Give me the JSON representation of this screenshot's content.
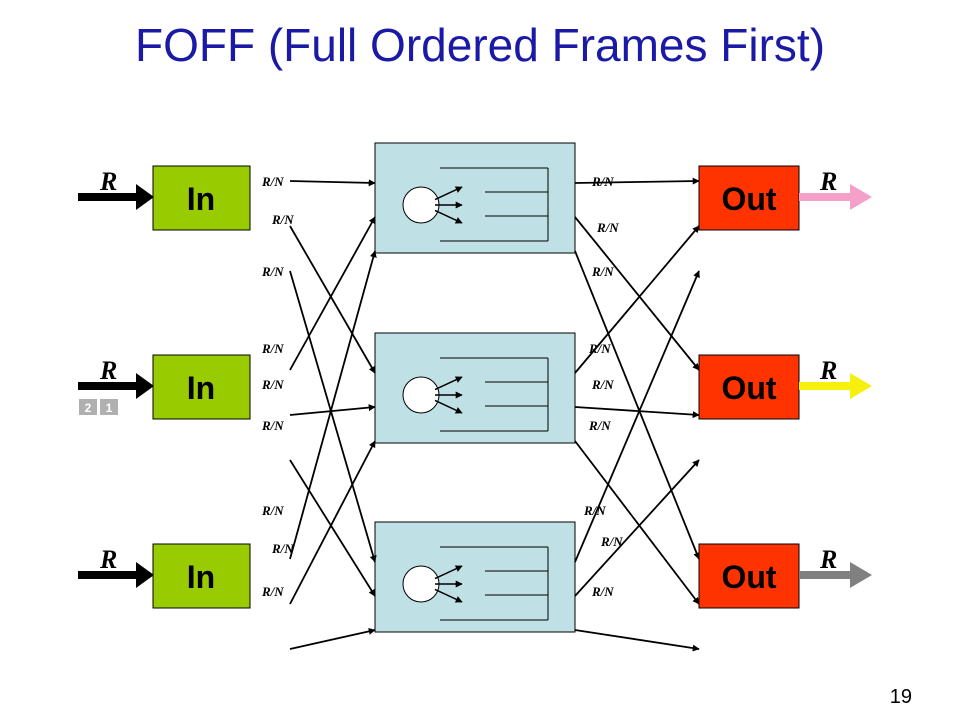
{
  "title": "FOFF (Full Ordered Frames First)",
  "page_number": "19",
  "input_label": "In",
  "output_label": "Out",
  "rate_label": "R",
  "link_rate_label": "R/N",
  "packets": [
    "2",
    "1"
  ],
  "colors": {
    "title": "#1a1aa6",
    "input_box": "#99cc00",
    "output_box": "#ff3300",
    "middle_box": "#bfe0e4",
    "output_arrows": [
      "#f4a0c8",
      "#f7f00c",
      "#808080"
    ],
    "packet_box": "#b0b0b0"
  }
}
